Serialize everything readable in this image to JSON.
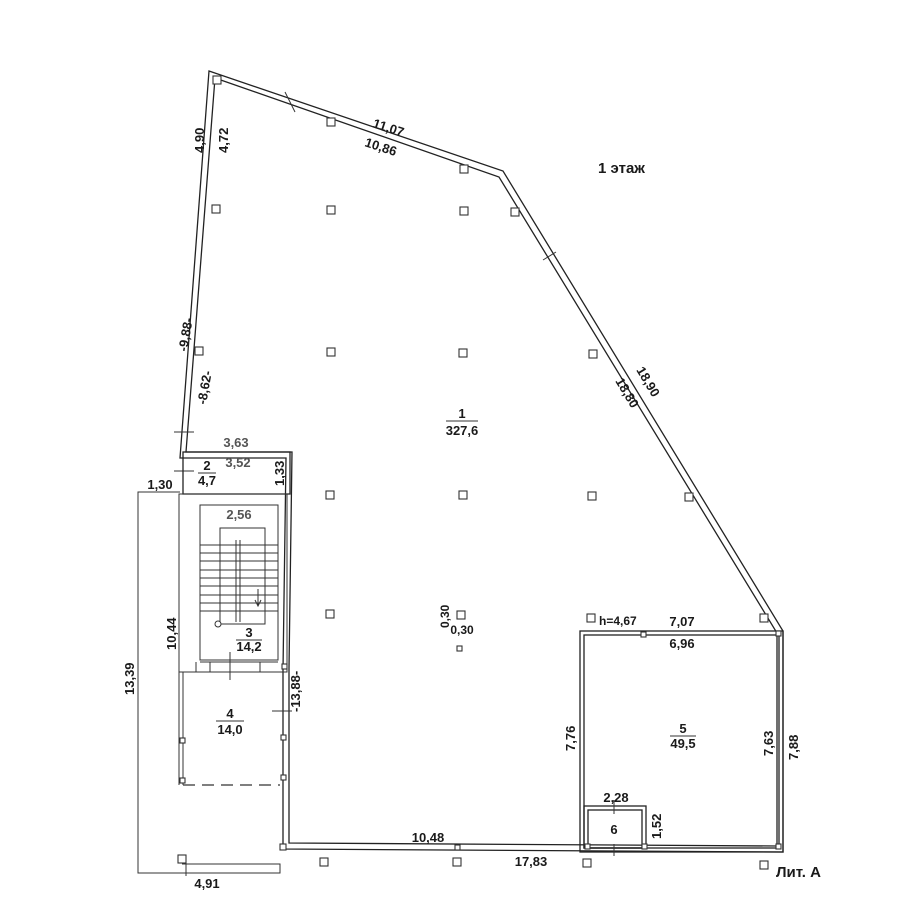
{
  "plan": {
    "floor_title": "1 этаж",
    "lit_label": "Лит. А"
  },
  "rooms": [
    {
      "number": "1",
      "area": "327,6"
    },
    {
      "number": "2",
      "area": "4,7"
    },
    {
      "number": "3",
      "area": "14,2"
    },
    {
      "number": "4",
      "area": "14,0"
    },
    {
      "number": "5",
      "area": "49,5"
    },
    {
      "number": "6",
      "area": ""
    }
  ],
  "dimensions": {
    "top_outer": "11,07",
    "top_inner": "10,86",
    "left_top_outer": "4,90",
    "left_top_inner": "4,72",
    "left_mid_outer": "-9,88-",
    "left_mid_inner": "-8,62-",
    "diag_outer": "18,90",
    "diag_inner": "18,80",
    "room2_outer": "3,63",
    "room2_inner": "3,52",
    "room2_height": "1,33",
    "porch_top": "1,30",
    "porch_height": "13,39",
    "porch_bottom": "4,91",
    "stair_width": "2,56",
    "stair_height": "10,44",
    "room4_height": "-13,88-",
    "column_a": "0,30",
    "column_b": "0,30",
    "room5_h": "h=4,67",
    "room5_top_outer": "7,07",
    "room5_top_inner": "6,96",
    "room5_left": "7,76",
    "room5_right_inner": "7,63",
    "room5_right_outer": "7,88",
    "room6_width": "2,28",
    "room6_height": "1,52",
    "bottom_inner": "10,48",
    "bottom_outer": "17,83"
  }
}
